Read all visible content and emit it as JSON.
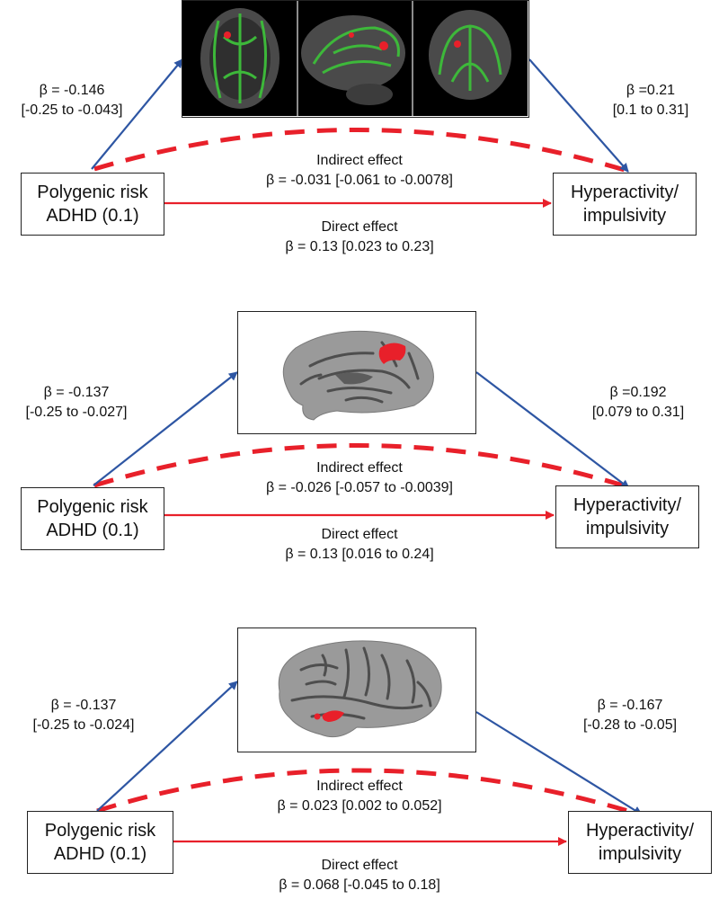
{
  "panels": [
    {
      "predictor": {
        "line1": "Polygenic risk",
        "line2": "ADHD (0.1)"
      },
      "outcome": {
        "line1": "Hyperactivity/",
        "line2": "impulsivity"
      },
      "path_a": {
        "beta": "β = -0.146",
        "ci": "[-0.25 to -0.043]"
      },
      "path_b": {
        "beta": "β =0.21",
        "ci": "[0.1 to 0.31]"
      },
      "indirect": {
        "title": "Indirect effect",
        "value": "β = -0.031 [-0.061 to -0.0078]"
      },
      "direct": {
        "title": "Direct effect",
        "value": "β = 0.13 [0.023 to 0.23]"
      },
      "image": {
        "kind": "white-matter-tract-slices",
        "views": [
          "axial",
          "sagittal",
          "coronal"
        ],
        "highlight_color": "#e8202a",
        "tract_color": "#3db83a"
      }
    },
    {
      "predictor": {
        "line1": "Polygenic risk",
        "line2": "ADHD (0.1)"
      },
      "outcome": {
        "line1": "Hyperactivity/",
        "line2": "impulsivity"
      },
      "path_a": {
        "beta": "β = -0.137",
        "ci": "[-0.25 to -0.027]"
      },
      "path_b": {
        "beta": "β =0.192",
        "ci": "[0.079 to 0.31]"
      },
      "indirect": {
        "title": "Indirect effect",
        "value": "β = -0.026 [-0.057 to -0.0039]"
      },
      "direct": {
        "title": "Direct effect",
        "value": "β = 0.13 [0.016 to 0.24]"
      },
      "image": {
        "kind": "medial-cortical-surface",
        "highlight_color": "#e8202a"
      }
    },
    {
      "predictor": {
        "line1": "Polygenic risk",
        "line2": "ADHD (0.1)"
      },
      "outcome": {
        "line1": "Hyperactivity/",
        "line2": "impulsivity"
      },
      "path_a": {
        "beta": "β = -0.137",
        "ci": "[-0.25 to -0.024]"
      },
      "path_b": {
        "beta": "β = -0.167",
        "ci": "[-0.28 to -0.05]"
      },
      "indirect": {
        "title": "Indirect effect",
        "value": "β = 0.023 [0.002 to 0.052]"
      },
      "direct": {
        "title": "Direct effect",
        "value": "β = 0.068 [-0.045 to 0.18]"
      },
      "image": {
        "kind": "lateral-cortical-surface",
        "highlight_color": "#e8202a"
      }
    }
  ],
  "colors": {
    "path_arrow": "#2e56a3",
    "direct_arrow": "#e8202a",
    "indirect_dash": "#e8202a"
  }
}
